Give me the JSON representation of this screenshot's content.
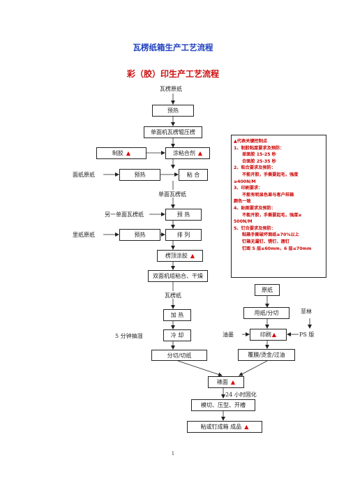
{
  "title": "瓦楞纸箱生产工艺流程",
  "subtitle": "彩（胶）印生产工艺流程",
  "colors": {
    "title": "#1f3fbf",
    "subtitle": "#cc1111",
    "marker": "#e00000",
    "note_text": "#cc0000"
  },
  "marker_glyph": "▲",
  "flow": {
    "raw_paper": "瓦楞原纸",
    "preheat": "预热",
    "single_facer": "单面机瓦楞辊压楞",
    "make_glue": "制胶",
    "apply_glue": "涂粘合剂",
    "face_paper": "面纸原纸",
    "face_preheat": "预热",
    "bond": "粘 合",
    "single_face_board": "单面瓦楞纸",
    "other_single_face": "另一单面瓦楞纸",
    "preheat2": "预 热",
    "liner_paper": "里纸原纸",
    "liner_preheat": "预热",
    "arrange": "排 列",
    "ridge_glue": "楞顶涂胶",
    "double_facer": "双面机组粘合、干燥",
    "corrugated_board": "瓦楞纸",
    "heating": "加 热",
    "cooling_note": "5 分钟抽湿",
    "cooling": "冷 却",
    "slit_cut": "分切/切纸",
    "paste": "裱面",
    "cure_note": "24 小时固化",
    "die_cut": "模切、压型、开槽",
    "finish": "粘或钉成箱 成品"
  },
  "print_flow": {
    "base_paper": "原纸",
    "sheet_cut": "甩纸/分切",
    "film": "菲林",
    "ink": "油墨",
    "printing": "印刷",
    "ps_plate": "PS 版",
    "laminate": "覆膜/烫金/过油"
  },
  "key_points": {
    "heading": "▲代表关键控制点",
    "lines": [
      {
        "text": "1、制胶粘度要求及预防：",
        "indent": false
      },
      {
        "text": "单面胶 15-25 秒",
        "indent": true
      },
      {
        "text": "合面胶 25-35 秒",
        "indent": true
      },
      {
        "text": "2、粘合要求及预防：",
        "indent": false
      },
      {
        "text": "不能开胶，手撕要起毛，强度",
        "indent": true
      },
      {
        "text": "≥400N/M",
        "indent": false
      },
      {
        "text": "3、印刷要求：",
        "indent": false
      },
      {
        "text": "不能有明显色差与客户样箱",
        "indent": true
      },
      {
        "text": "颜色一致",
        "indent": false
      },
      {
        "text": "4、贴面要求及预防：",
        "indent": false
      },
      {
        "text": "不能开胶，手撕要起毛，强度≥",
        "indent": true
      },
      {
        "text": "500N/M",
        "indent": false
      },
      {
        "text": "5、钉合要求及预防：",
        "indent": false
      },
      {
        "text": "粘箱手撕破坏面纸≥70%以上",
        "indent": true
      },
      {
        "text": "钉箱无漏钉、锈钉、翘钉",
        "indent": true
      },
      {
        "text": "钉距 5 层≤60mm，6 层≤70mm",
        "indent": true
      }
    ]
  },
  "page_number": "1"
}
